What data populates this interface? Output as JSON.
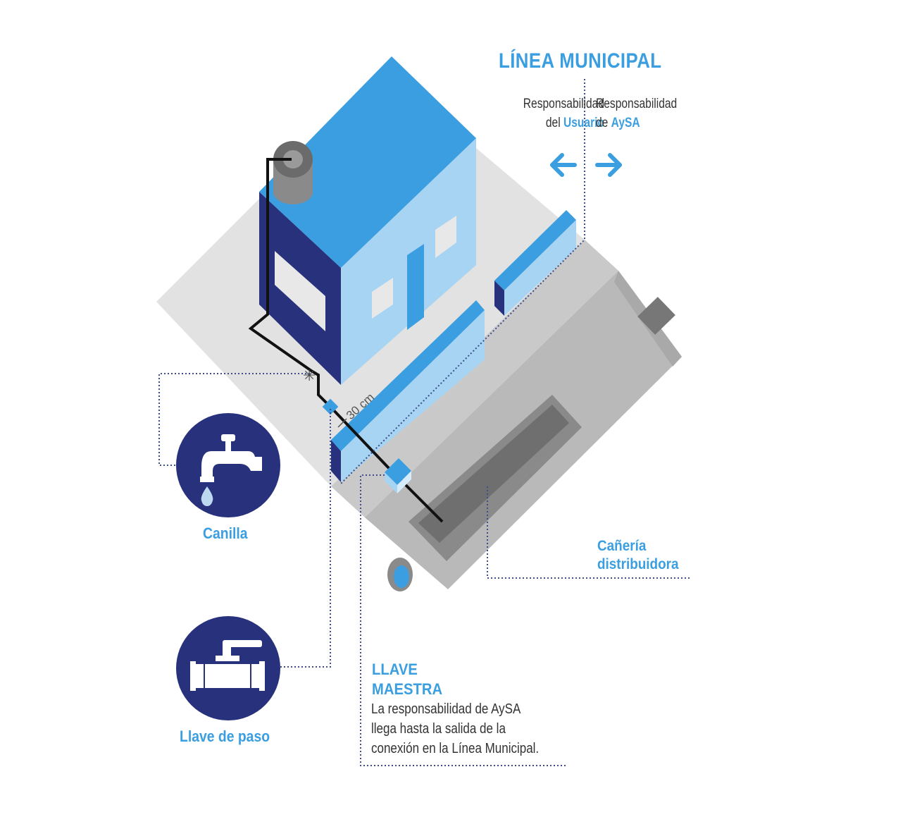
{
  "title": "LÍNEA MUNICIPAL",
  "responsabilidad": {
    "left": {
      "line1": "Responsabilidad",
      "line2_prefix": "del",
      "line2_highlight": "Usuario"
    },
    "right": {
      "line1": "Responsabilidad",
      "line2_prefix": "de",
      "line2_highlight": "AySA"
    }
  },
  "dimension_label": "30 cm",
  "labels": {
    "canilla": "Canilla",
    "llave_de_paso": "Llave de paso",
    "caneria_line1": "Cañería",
    "caneria_line2": "distribuidora",
    "llave_maestra_line1": "LLAVE",
    "llave_maestra_line2": "MAESTRA",
    "llave_maestra_desc": [
      "La responsabilidad de AySA",
      "llega hasta la salida de la",
      "conexión en la Línea Municipal."
    ]
  },
  "icons": {
    "faucet": "faucet-icon",
    "valve": "valve-icon",
    "arrow_left": "arrow-left-icon",
    "arrow_right": "arrow-right-icon"
  },
  "colors": {
    "accent_blue": "#3a9ee0",
    "dark_navy": "#27317c",
    "light_blue": "#a6d4f2",
    "ground_gray": "#e0e0e0",
    "street_gray": "#bdbdbd",
    "text_dark": "#333333"
  }
}
